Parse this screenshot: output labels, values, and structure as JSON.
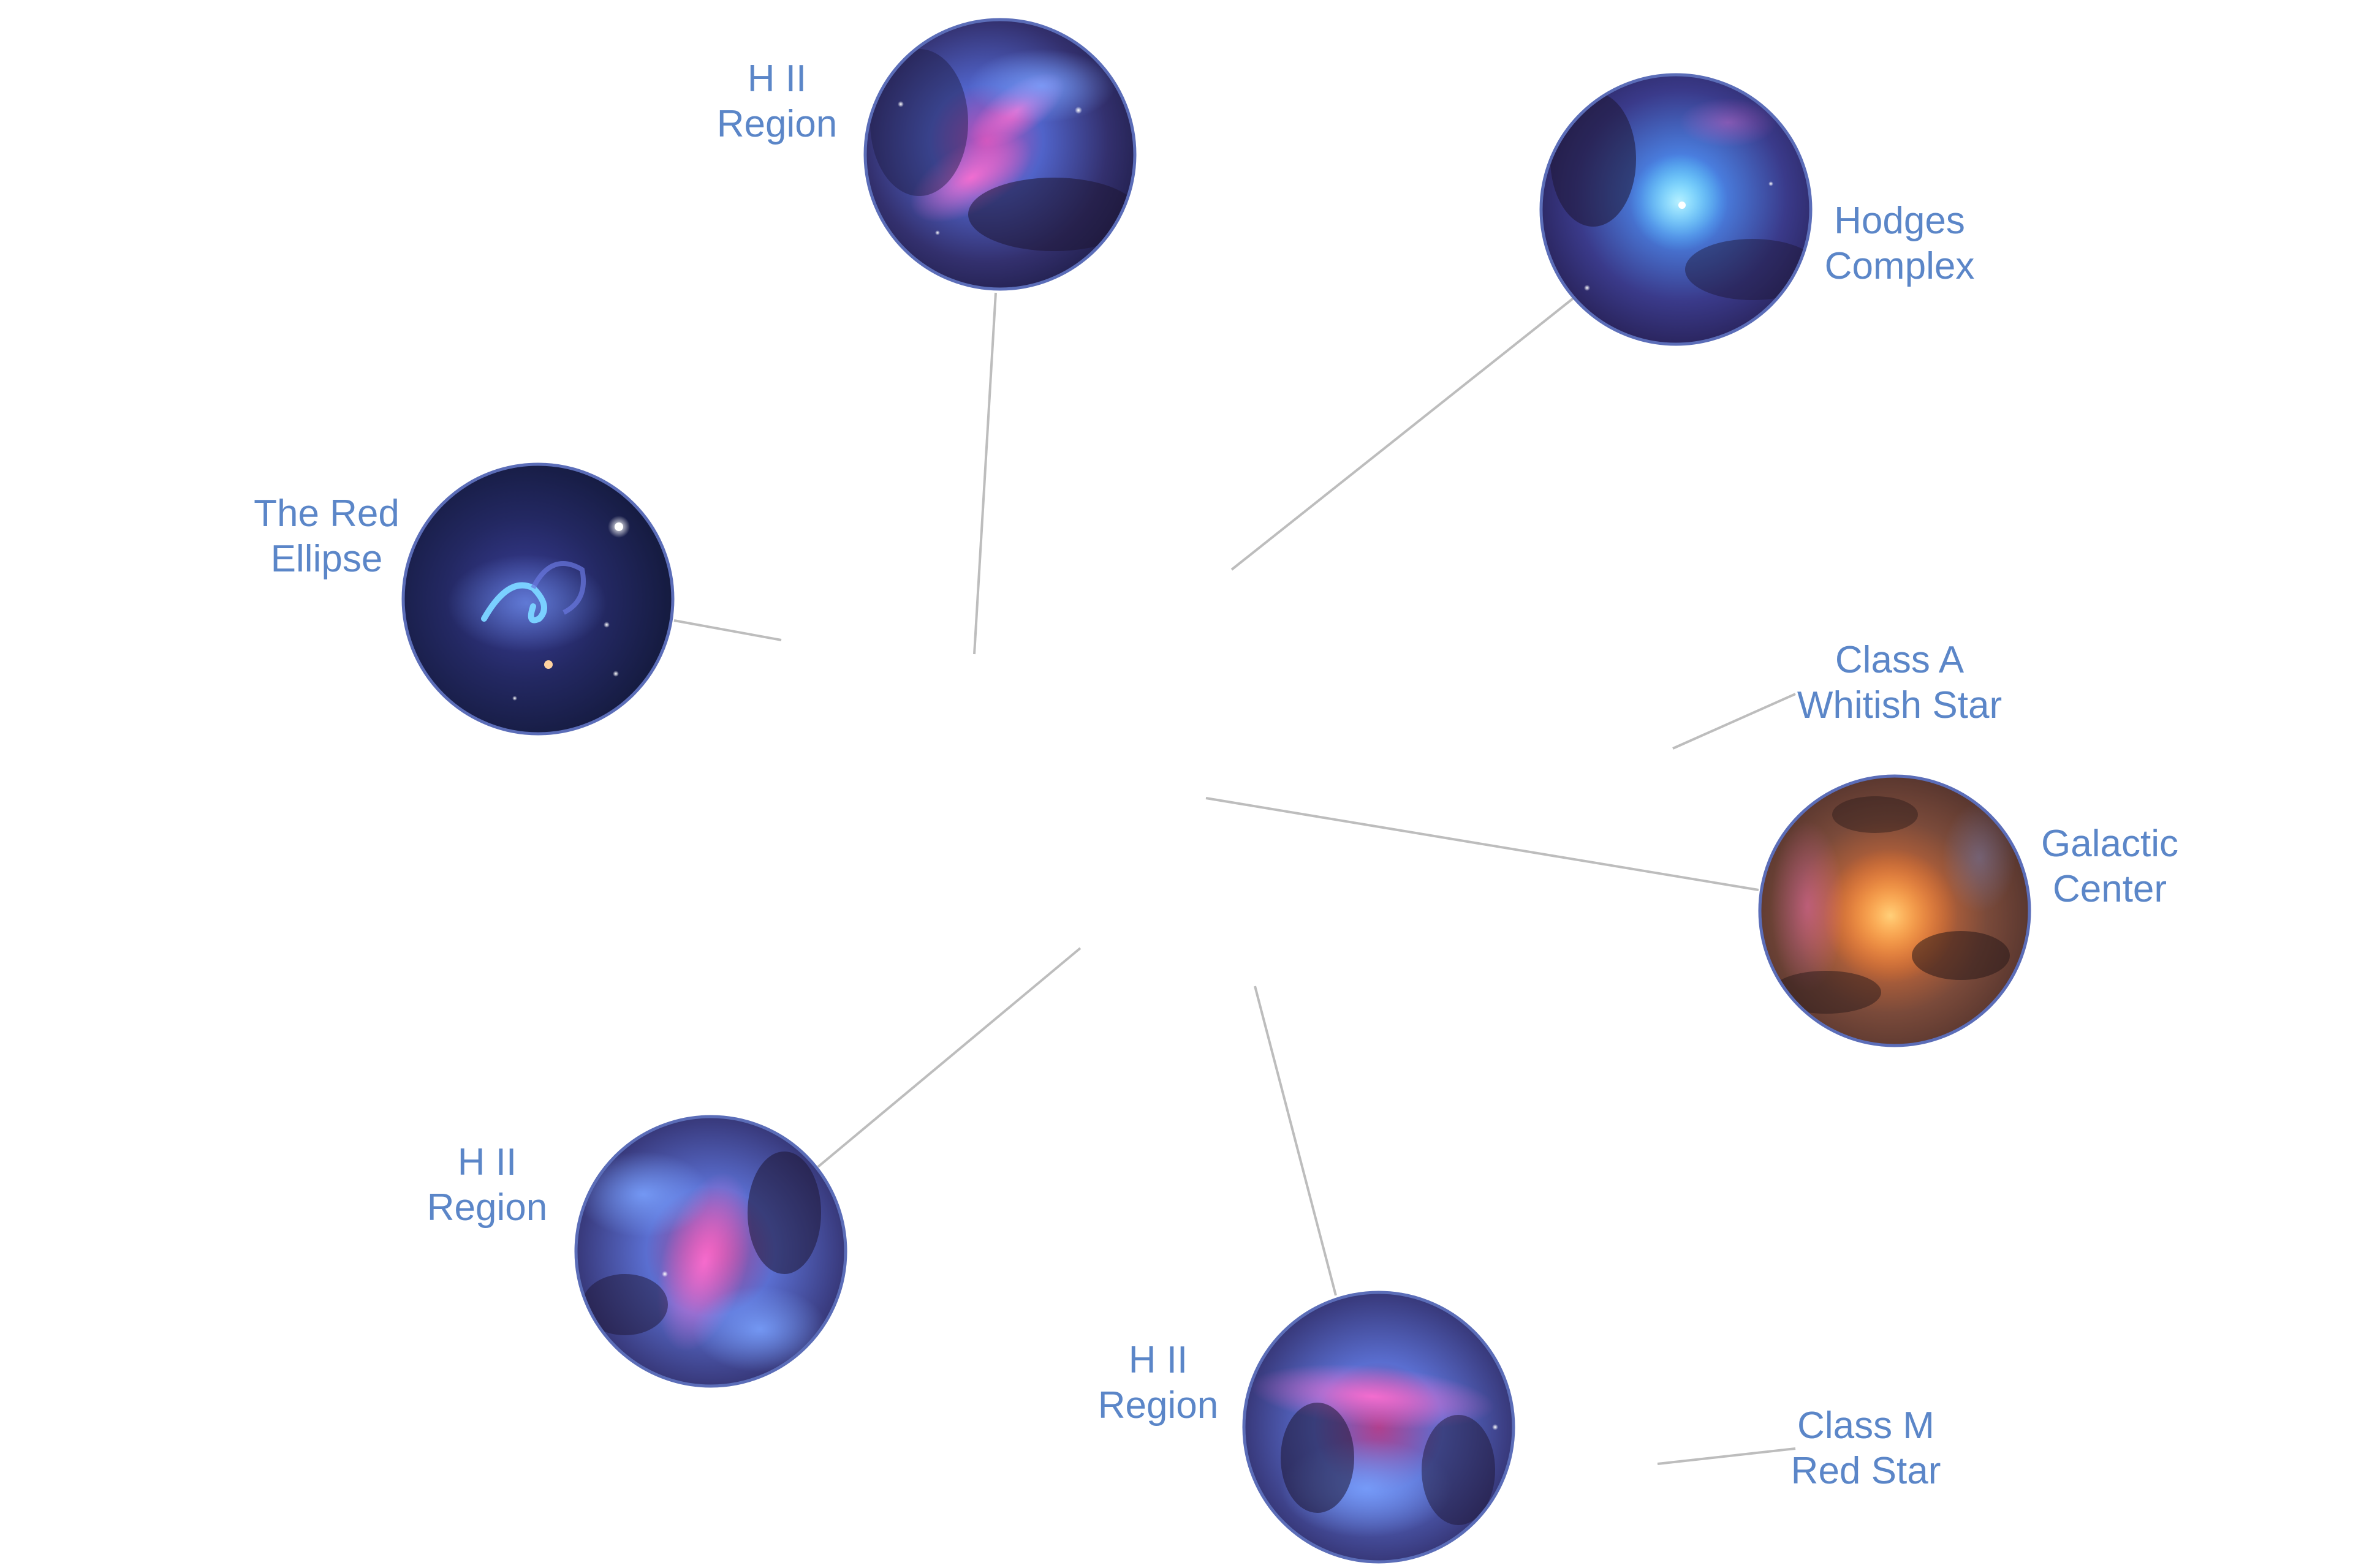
{
  "colors": {
    "label": "#5b86c8",
    "leader_line": "#bdbdbd",
    "disc_outline": "#5b6db8",
    "nebula_base": "#2b2f6b",
    "nebula_blue": "#5a70d8",
    "nebula_magenta": "#d04fb0",
    "dust_dark": "#241424",
    "galactic_core_orange": "#ff8a2a",
    "galactic_base": "#7a4a38",
    "deep_space": "#141a3a",
    "hodges_cyan": "#52c8ff"
  },
  "callouts": [
    {
      "id": "hii-top",
      "line1": "H II",
      "line2": "Region",
      "image": "hii-region-nebula"
    },
    {
      "id": "hodges",
      "line1": "Hodges",
      "line2": "Complex",
      "image": "hodges-complex-nebula"
    },
    {
      "id": "red-ellipse",
      "line1": "The Red",
      "line2": "Ellipse",
      "image": "red-ellipse-nebula"
    },
    {
      "id": "class-a",
      "line1": "Class A",
      "line2": "Whitish Star",
      "image": null
    },
    {
      "id": "galactic-center",
      "line1": "Galactic",
      "line2": "Center",
      "image": "galactic-center-core"
    },
    {
      "id": "hii-left",
      "line1": "H II",
      "line2": "Region",
      "image": "hii-region-nebula"
    },
    {
      "id": "hii-bottom",
      "line1": "H II",
      "line2": "Region",
      "image": "hii-region-nebula"
    },
    {
      "id": "class-m",
      "line1": "Class M",
      "line2": "Red Star",
      "image": null
    }
  ]
}
